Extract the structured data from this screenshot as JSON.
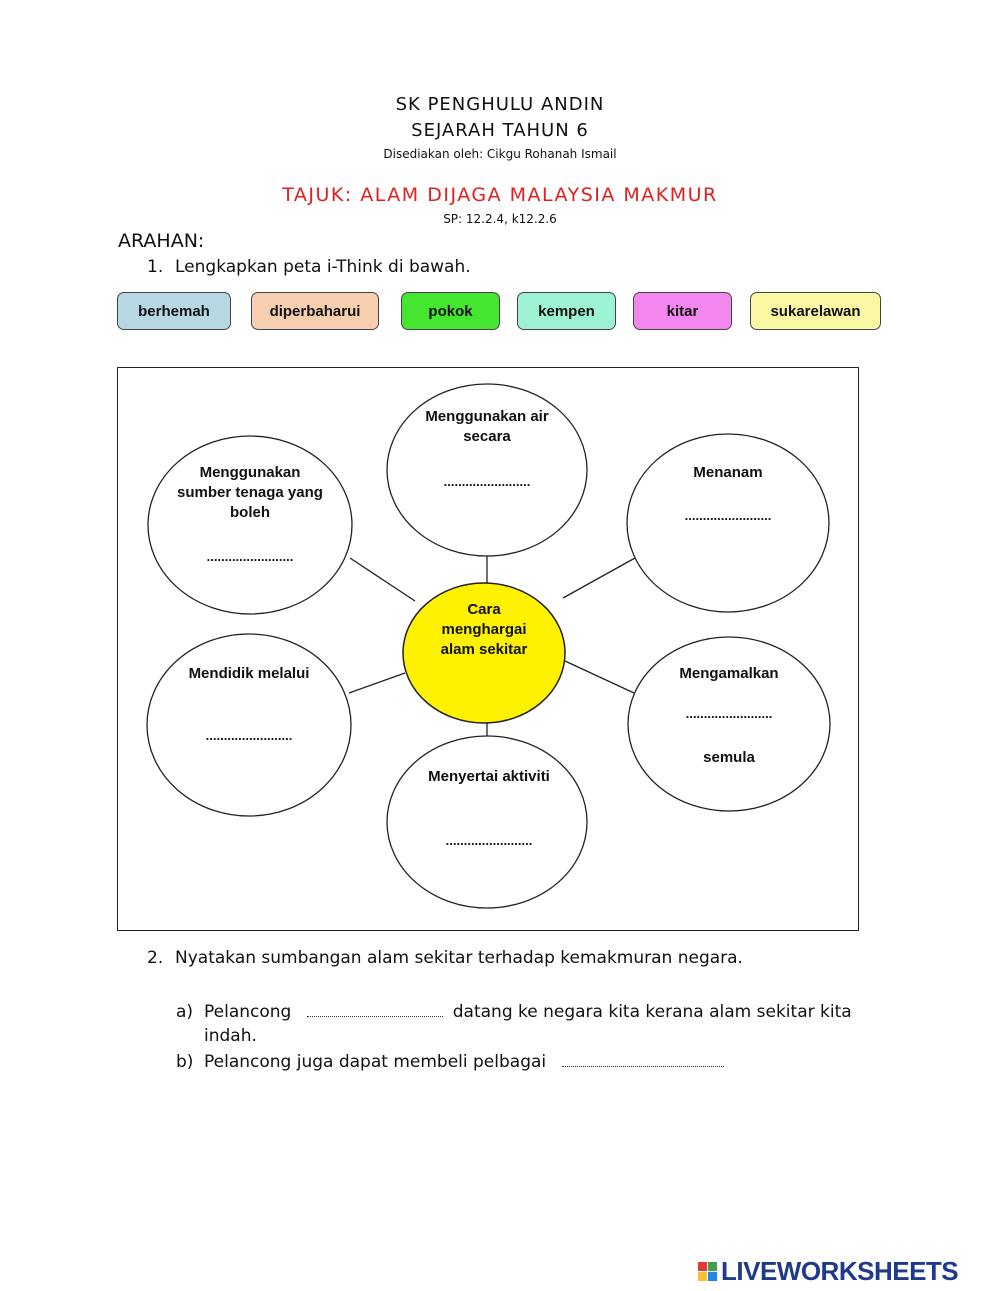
{
  "header": {
    "school": "SK PENGHULU ANDIN",
    "subject": "SEJARAH TAHUN 6",
    "author": "Disediakan oleh: Cikgu Rohanah Ismail",
    "title": "TAJUK: ALAM DIJAGA MALAYSIA MAKMUR",
    "sp": "SP: 12.2.4, k12.2.6"
  },
  "instructions": {
    "heading": "ARAHAN:",
    "q1_number": "1.",
    "q1_text": "Lengkapkan peta i-Think di bawah."
  },
  "word_bank": [
    {
      "label": "berhemah",
      "color": "#b7d7e3"
    },
    {
      "label": "diperbaharui",
      "color": "#f7cfb0"
    },
    {
      "label": "pokok",
      "color": "#45e62f"
    },
    {
      "label": "kempen",
      "color": "#9df2d4"
    },
    {
      "label": "kitar",
      "color": "#f487ef"
    },
    {
      "label": "sukarelawan",
      "color": "#fbf8a3"
    }
  ],
  "bubble_map": {
    "center": "Cara menghargai alam sekitar",
    "center_color": "#fff200",
    "top": {
      "text": "Menggunakan air secara",
      "blank": "........................"
    },
    "top_left": {
      "text": "Menggunakan sumber tenaga yang boleh",
      "blank": "........................"
    },
    "top_right": {
      "text": "Menanam",
      "blank": "........................"
    },
    "bottom_left": {
      "text": "Mendidik melalui",
      "blank": "........................"
    },
    "bottom_right": {
      "text": "Mengamalkan",
      "blank": "........................",
      "suffix": "semula"
    },
    "bottom": {
      "text": "Menyertai aktiviti",
      "blank": "........................"
    }
  },
  "question2": {
    "number": "2.",
    "text": "Nyatakan sumbangan alam sekitar terhadap kemakmuran negara.",
    "a": {
      "label": "a)",
      "before": "Pelancong",
      "after": "datang ke negara kita kerana alam sekitar kita",
      "line2": "indah."
    },
    "b": {
      "label": "b)",
      "before": "Pelancong juga dapat membeli pelbagai"
    }
  },
  "footer": {
    "brand": "LIVEWORKSHEETS",
    "logo_colors": [
      "#e53935",
      "#43a047",
      "#fbc02d",
      "#1e88e5"
    ]
  }
}
